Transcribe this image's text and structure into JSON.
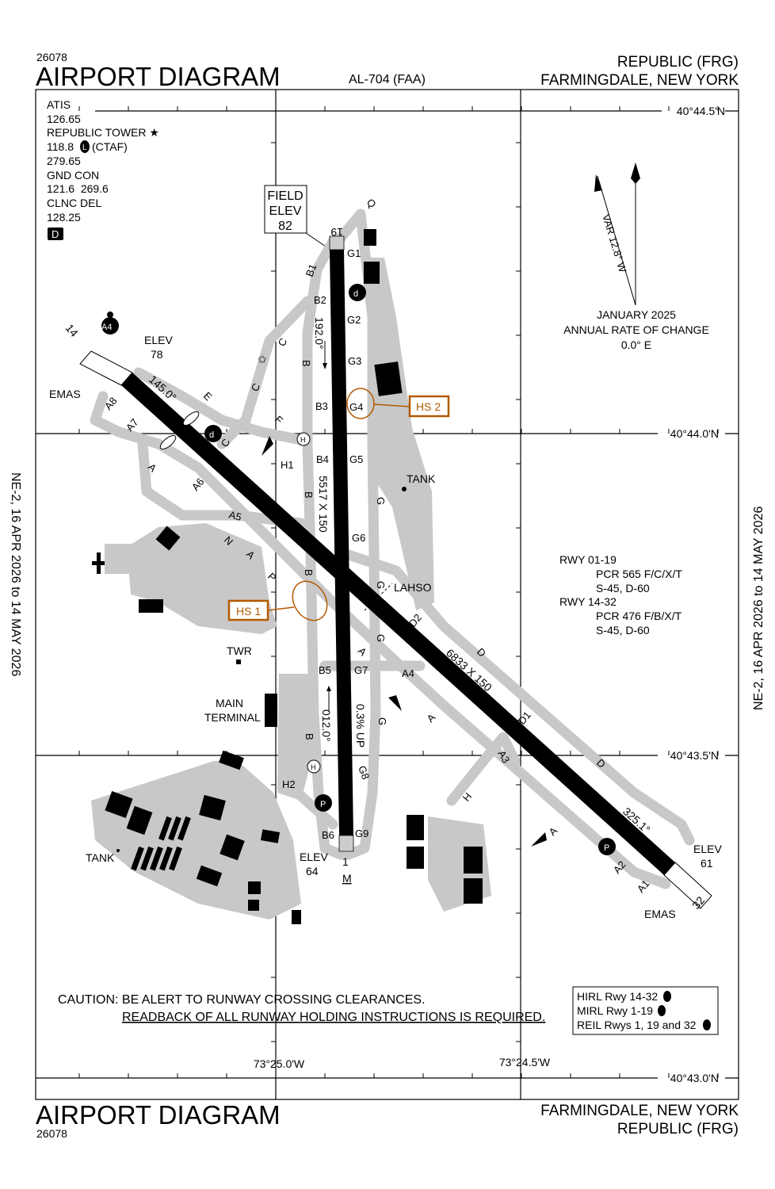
{
  "header": {
    "chart_number": "26078",
    "title": "AIRPORT DIAGRAM",
    "procedure_id": "AL-704 (FAA)",
    "airport": "REPUBLIC (FRG)",
    "city": "FARMINGDALE, NEW YORK"
  },
  "footer": {
    "title": "AIRPORT DIAGRAM",
    "chart_number": "26078",
    "city": "FARMINGDALE, NEW YORK",
    "airport": "REPUBLIC (FRG)"
  },
  "side_text": "NE-2,  16 APR 2026  to  14 MAY 2026",
  "comms": [
    "ATIS",
    "126.65",
    "REPUBLIC TOWER ★",
    "118.8",
    "(CTAF)",
    "279.65",
    "GND CON",
    "121.6  269.6",
    "CLNC DEL",
    "128.25",
    "D"
  ],
  "lighting_badge": "L",
  "field_elev": [
    "FIELD",
    "ELEV",
    "82"
  ],
  "grid": {
    "lat": [
      "40°44.5'N",
      "40°44.0'N",
      "40°43.5'N",
      "40°43.0'N"
    ],
    "lon": [
      "73°25.0'W",
      "73°24.5'W"
    ]
  },
  "magvar": {
    "var": "VAR 12.8° W",
    "lines": [
      "JANUARY 2025",
      "ANNUAL RATE OF CHANGE",
      "0.0° E"
    ]
  },
  "runway_info": [
    "RWY 01-19",
    "PCR 565 F/C/X/T",
    "S-45, D-60",
    "RWY 14-32",
    "PCR 476 F/B/X/T",
    "S-45, D-60"
  ],
  "caution": [
    "CAUTION: BE ALERT TO RUNWAY CROSSING CLEARANCES.",
    "READBACK OF ALL RUNWAY HOLDING INSTRUCTIONS IS REQUIRED."
  ],
  "lighting": [
    "HIRL Rwy 14-32",
    "MIRL Rwy 1-19",
    "REIL Rwys 1, 19 and 32"
  ],
  "runways": {
    "rwy19": "19",
    "rwy1": "1",
    "rwy14": "14",
    "rwy32": "32",
    "hdg_192": "192.0°",
    "hdg_012": "012.0°",
    "hdg_145": "145.0°",
    "hdg_325": "325.1°",
    "dims_01_19": "5517 X 150",
    "dims_14_32": "6833 X 150",
    "slope": "0.3% UP",
    "lahso": "LAHSO"
  },
  "elevations": {
    "elev14": [
      "ELEV",
      "78"
    ],
    "elev32": [
      "ELEV",
      "61"
    ],
    "elev1": [
      "ELEV",
      "64"
    ]
  },
  "labels": {
    "emas": "EMAS",
    "tank": "TANK",
    "twr": "TWR",
    "terminal": [
      "MAIN",
      "TERMINAL"
    ],
    "hs1": "HS 1",
    "hs2": "HS 2",
    "m": "M",
    "a4": "A4"
  },
  "taxiways": [
    "G1",
    "G2",
    "G3",
    "G4",
    "G5",
    "G6",
    "G7",
    "G8",
    "G9",
    "B1",
    "B2",
    "B3",
    "B4",
    "B5",
    "B6",
    "A1",
    "A2",
    "A3",
    "A4",
    "A5",
    "A6",
    "A7",
    "A8",
    "D1",
    "D2",
    "H1",
    "H2",
    "A",
    "B",
    "C",
    "D",
    "E",
    "F",
    "G",
    "H",
    "N",
    "P",
    "Q"
  ],
  "icons": [
    "runway-hold-icon",
    "helipad-icon",
    "fuel-icon",
    "parking-icon",
    "beacon-icon",
    "windcone-icon",
    "north-arrow-icon"
  ]
}
